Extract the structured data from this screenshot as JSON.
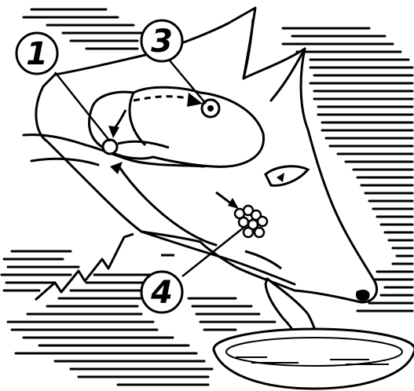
{
  "diagram": {
    "callouts": [
      {
        "id": "1",
        "label": "1"
      },
      {
        "id": "3",
        "label": "3"
      },
      {
        "id": "4",
        "label": "4"
      }
    ],
    "colors": {
      "ink": "#000000",
      "paper": "#ffffff"
    }
  }
}
